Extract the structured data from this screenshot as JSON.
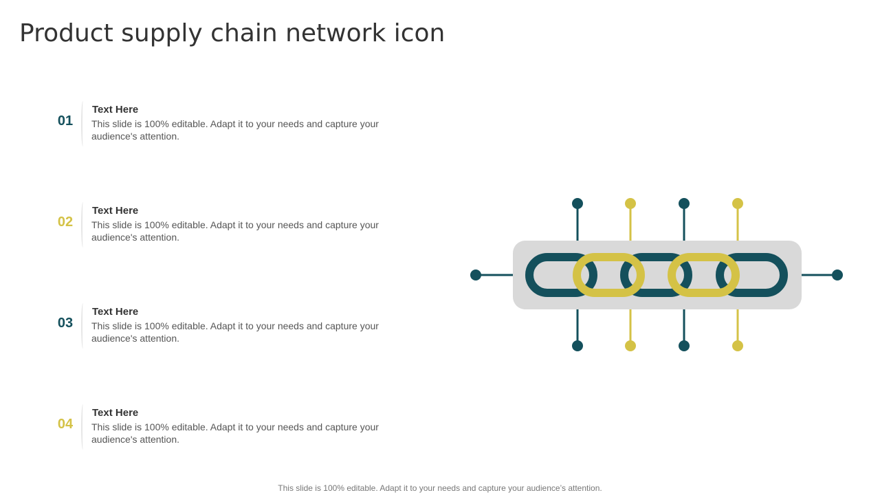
{
  "slide": {
    "title": "Product supply chain network icon",
    "footer": "This slide is 100% editable. Adapt it to your needs and capture your audience’s attention."
  },
  "colors": {
    "teal": "#14505c",
    "gold": "#d4c246",
    "panel": "#d9d9d9",
    "text": "#333333"
  },
  "items": [
    {
      "number": "01",
      "heading": "Text Here",
      "body": "This slide is 100% editable. Adapt it to your needs and capture your audience's attention.",
      "color": "#14505c"
    },
    {
      "number": "02",
      "heading": "Text Here",
      "body": "This slide is 100% editable. Adapt it to your needs and capture your audience's attention.",
      "color": "#d4c246"
    },
    {
      "number": "03",
      "heading": "Text Here",
      "body": "This slide is 100% editable. Adapt it to your needs and capture your audience's attention.",
      "color": "#14505c"
    },
    {
      "number": "04",
      "heading": "Text Here",
      "body": "This slide is 100% editable. Adapt it to your needs and capture your audience's attention.",
      "color": "#d4c246"
    }
  ],
  "icon": {
    "name": "chain-network-icon"
  }
}
